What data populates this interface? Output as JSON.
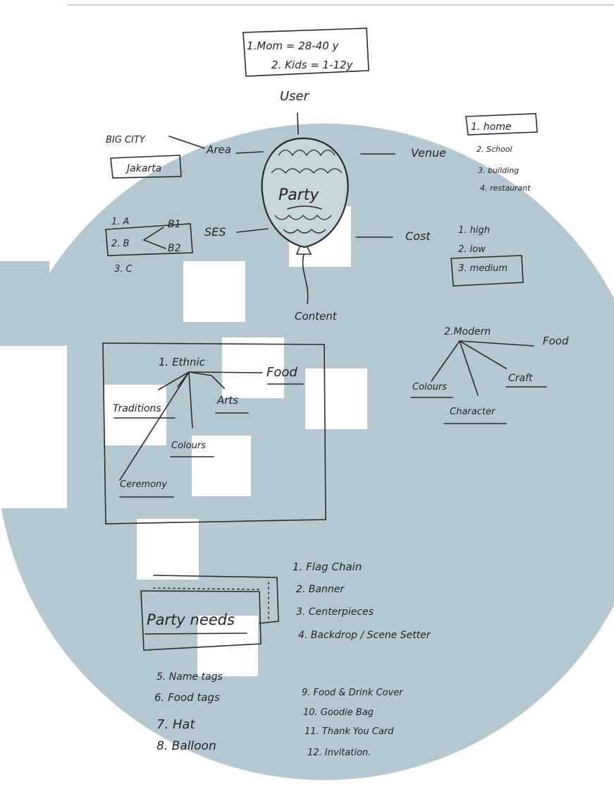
{
  "colors": {
    "watermark_circle": "#b5c8d0",
    "ink": "#23232c",
    "paper": "#ffffff"
  },
  "user": {
    "line1": "1.Mom = 28-40 y",
    "line2": "2. Kids = 1-12y",
    "label": "User"
  },
  "balloon": {
    "label": "Party"
  },
  "area": {
    "label": "Area",
    "big_city": "BIG CITY",
    "city": "Jakarta"
  },
  "venue": {
    "label": "Venue",
    "options": [
      "1. home",
      "2. School",
      "3. building",
      "4. restaurant"
    ]
  },
  "ses": {
    "label": "SES",
    "grades": [
      "1. A",
      "2. B",
      "3. C"
    ],
    "sub": [
      "B1",
      "B2"
    ]
  },
  "cost": {
    "label": "Cost",
    "options": [
      "1. high",
      "2. low",
      "3. medium"
    ]
  },
  "content": {
    "label": "Content"
  },
  "ethnic": {
    "title": "1. Ethnic",
    "food": "Food",
    "traditions": "Traditions",
    "arts": "Arts",
    "colours": "Colours",
    "ceremony": "Ceremony"
  },
  "modern": {
    "title": "2.Modern",
    "food": "Food",
    "craft": "Craft",
    "colours": "Colours",
    "character": "Character"
  },
  "party_needs": {
    "title": "Party needs",
    "items": [
      "1. Flag Chain",
      "2. Banner",
      "3. Centerpieces",
      "4. Backdrop / Scene Setter",
      "5. Name tags",
      "6. Food tags",
      "7. Hat",
      "8. Balloon",
      "9. Food & Drink Cover",
      "10. Goodie Bag",
      "11. Thank You Card",
      "12. Invitation."
    ]
  }
}
